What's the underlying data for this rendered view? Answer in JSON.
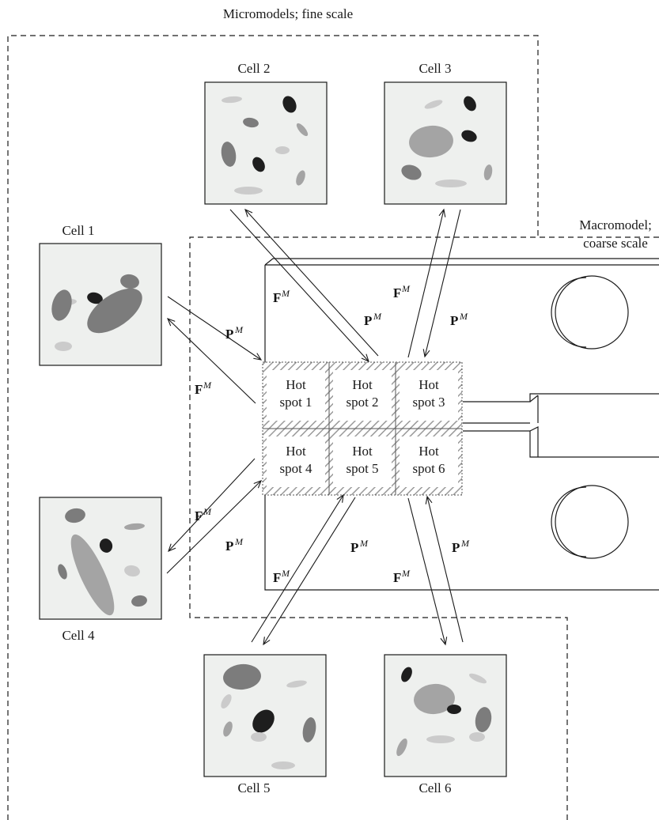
{
  "labels": {
    "micromodels": "Micromodels; fine scale",
    "macromodel_line1": "Macromodel;",
    "macromodel_line2": "coarse scale"
  },
  "cells": [
    "Cell 1",
    "Cell 2",
    "Cell 3",
    "Cell 4",
    "Cell 5",
    "Cell 6"
  ],
  "hot_spots": [
    [
      "Hot",
      "spot 1"
    ],
    [
      "Hot",
      "spot 2"
    ],
    [
      "Hot",
      "spot 3"
    ],
    [
      "Hot",
      "spot 4"
    ],
    [
      "Hot",
      "spot 5"
    ],
    [
      "Hot",
      "spot 6"
    ]
  ],
  "arrow_labels": {
    "F": "F",
    "P": "P",
    "superscript": "M"
  },
  "colors": {
    "cell_background": "#eef0ee",
    "inclusion_dark": "#1e1e1e",
    "inclusion_mid": "#7c7c7c",
    "inclusion_light": "#a4a4a4",
    "inclusion_pale": "#cbcbcb",
    "hatch": "#9a9a9a",
    "line": "#1a1a1a"
  }
}
